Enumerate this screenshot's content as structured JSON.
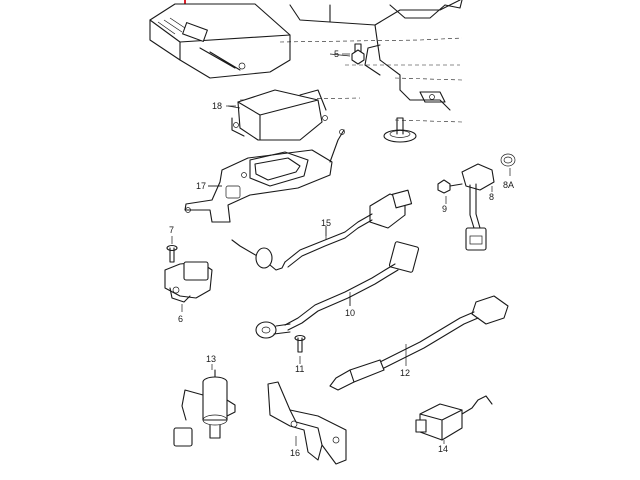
{
  "diagram": {
    "callouts": [
      {
        "id": "5",
        "text": "5"
      },
      {
        "id": "18",
        "text": "18"
      },
      {
        "id": "17",
        "text": "17"
      },
      {
        "id": "15",
        "text": "15"
      },
      {
        "id": "7",
        "text": "7"
      },
      {
        "id": "6",
        "text": "6"
      },
      {
        "id": "10",
        "text": "10"
      },
      {
        "id": "9",
        "text": "9"
      },
      {
        "id": "8",
        "text": "8"
      },
      {
        "id": "8A",
        "text": "8A"
      },
      {
        "id": "13",
        "text": "13"
      },
      {
        "id": "11",
        "text": "11"
      },
      {
        "id": "12",
        "text": "12"
      },
      {
        "id": "16",
        "text": "16"
      },
      {
        "id": "14",
        "text": "14"
      }
    ],
    "colors": {
      "line": "#1a1a1a",
      "accent": "#e0202a",
      "background": "#ffffff"
    }
  }
}
